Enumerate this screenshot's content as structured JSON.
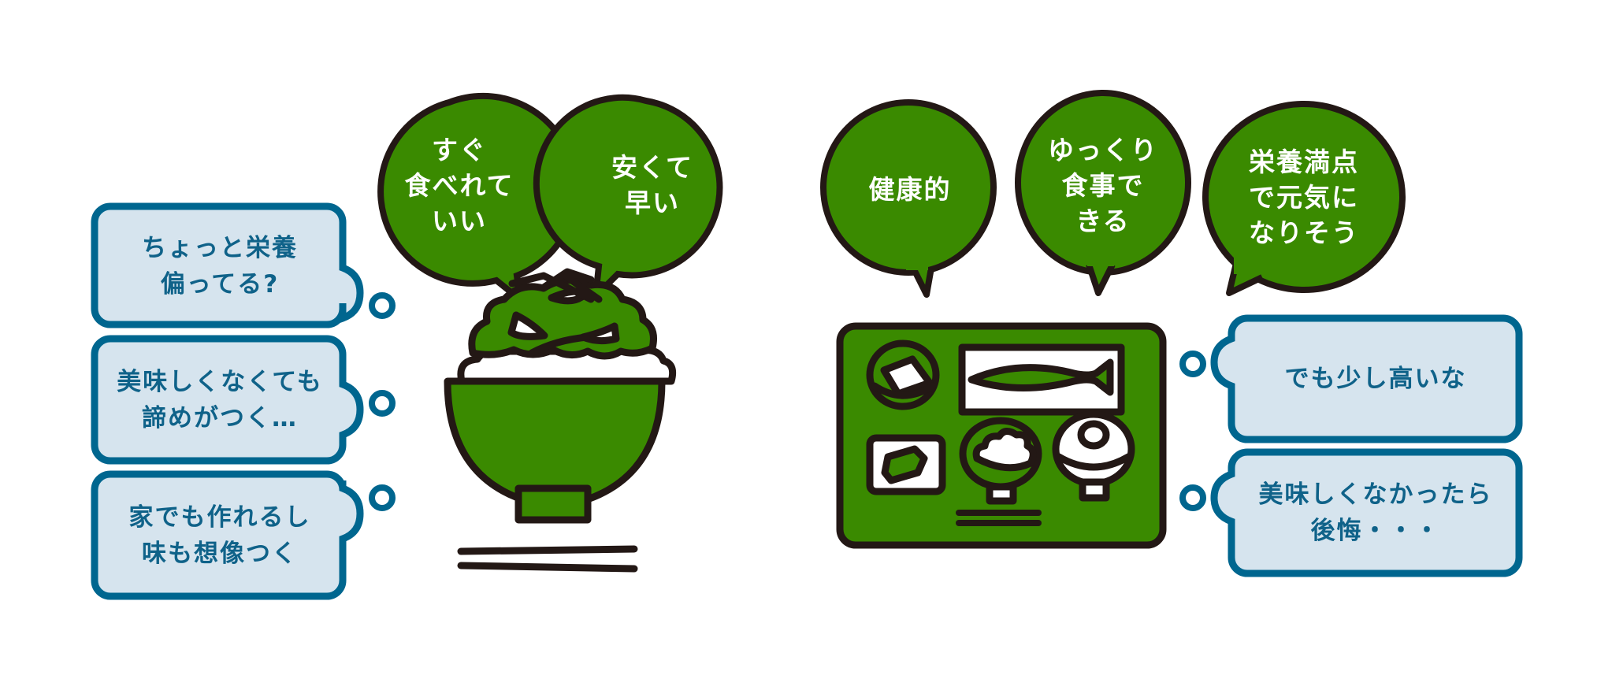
{
  "colors": {
    "green": "#3a8a00",
    "outline": "#231815",
    "blue_border": "#00668f",
    "blue_fill": "#d6e4ee",
    "blue_text": "#0f6289",
    "white": "#ffffff"
  },
  "left_scene": {
    "illustration": "donburi-bowl-icon",
    "positive_bubbles": [
      {
        "text": "すぐ\n食べれて\nいい"
      },
      {
        "text": "安くて\n早い"
      }
    ],
    "thought_bubbles": [
      {
        "text": "ちょっと栄養\n偏ってる?"
      },
      {
        "text": "美味しくなくても\n諦めがつく…"
      },
      {
        "text": "家でも作れるし\n味も想像つく"
      }
    ]
  },
  "right_scene": {
    "illustration": "set-meal-tray-icon",
    "positive_bubbles": [
      {
        "text": "健康的"
      },
      {
        "text": "ゆっくり\n食事で\nきる"
      },
      {
        "text": "栄養満点\nで元気に\nなりそう"
      }
    ],
    "thought_bubbles": [
      {
        "text": "でも少し高いな"
      },
      {
        "text": "美味しくなかったら\n後悔・・・"
      }
    ]
  }
}
